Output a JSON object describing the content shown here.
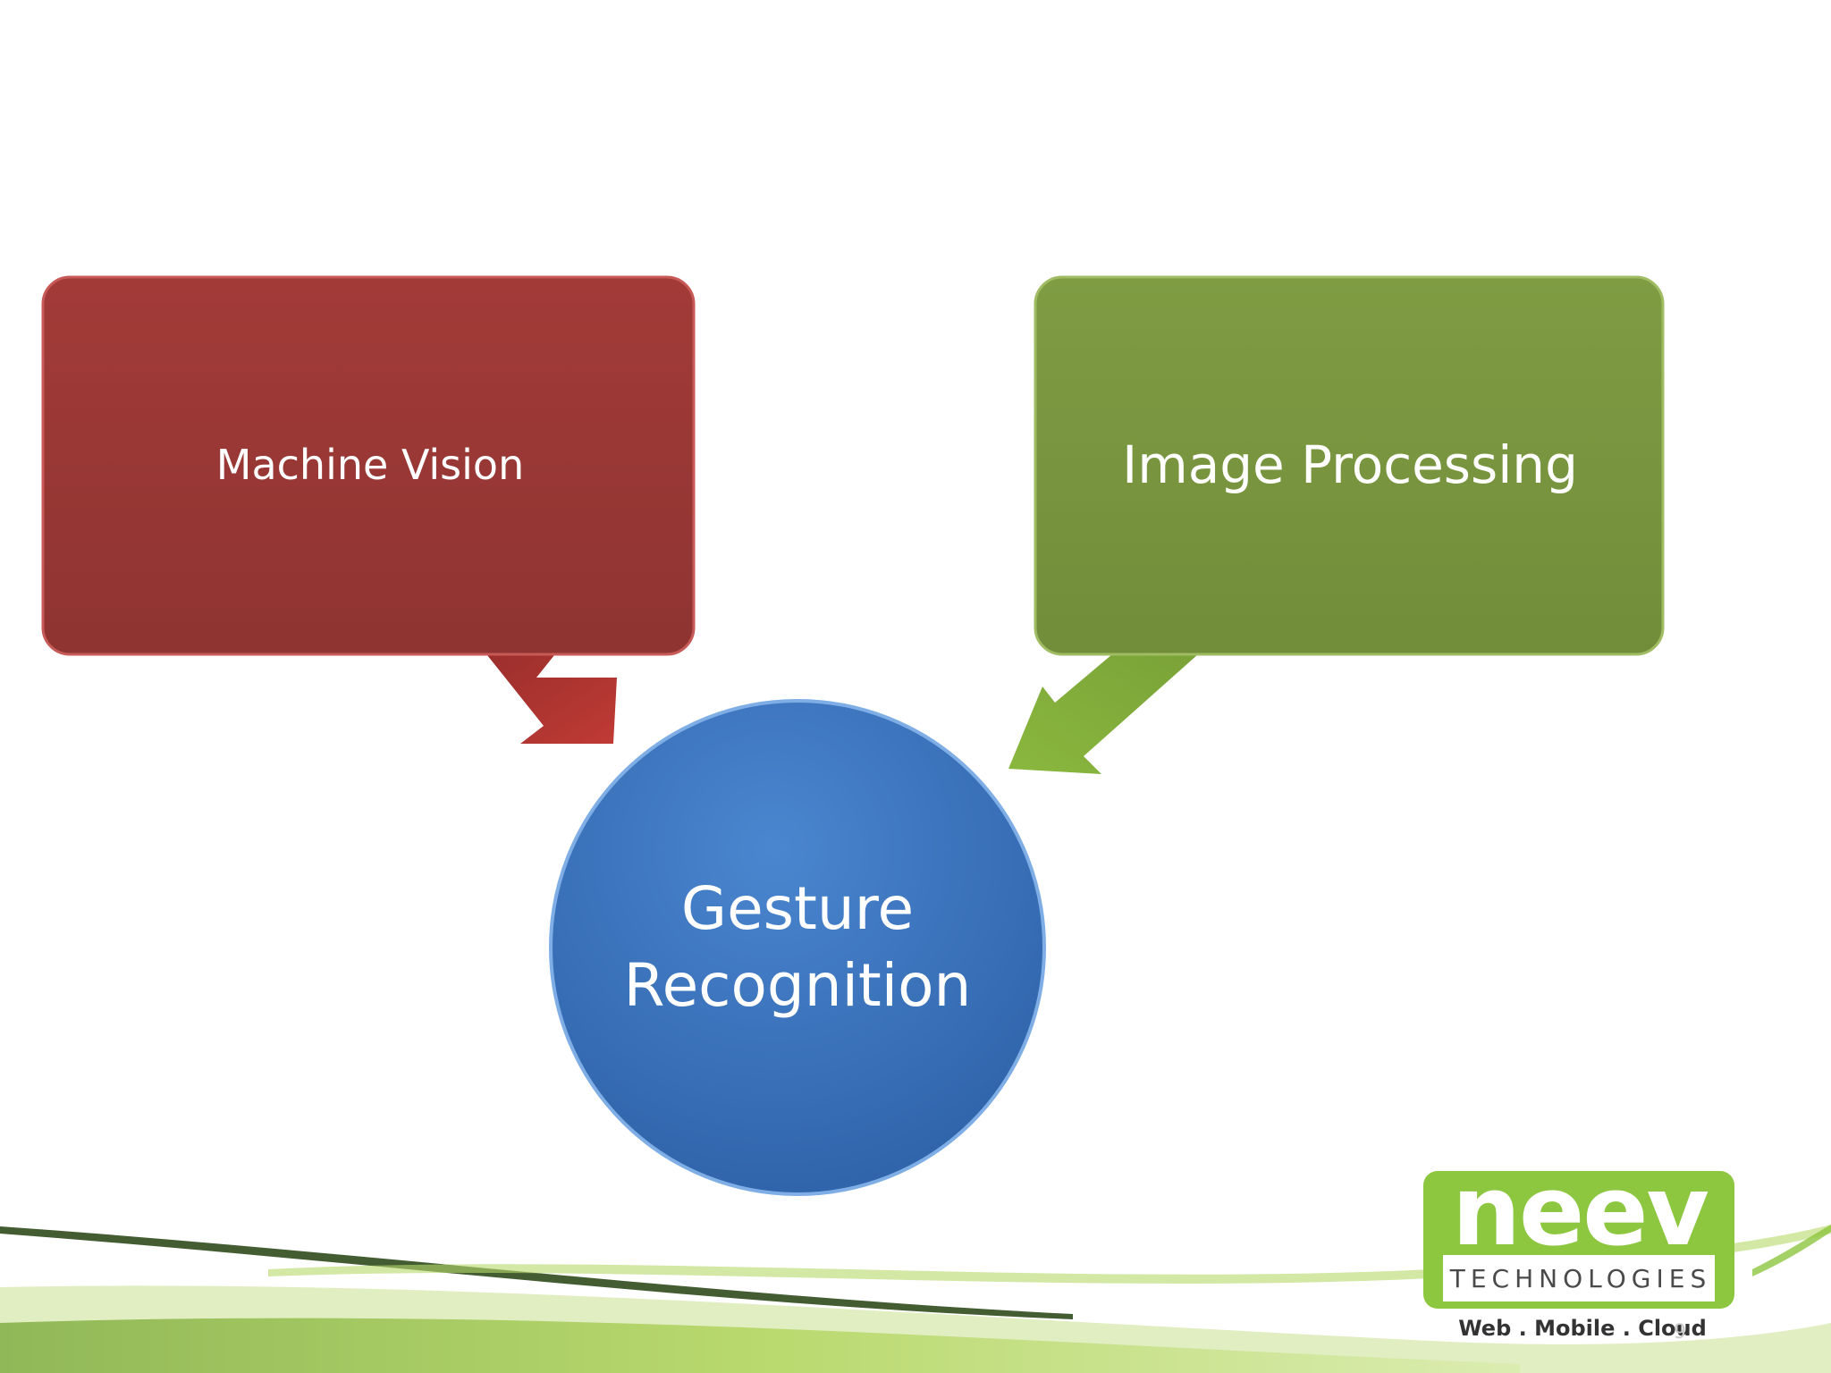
{
  "nodes": {
    "machine_vision": "Machine Vision",
    "image_processing": "Image Processing",
    "gesture_line1": "Gesture",
    "gesture_line2": "Recognition"
  },
  "logo": {
    "word": "neev",
    "subtitle": "TECHNOLOGIES",
    "tagline": "Web . Mobile . Cloud"
  },
  "slide_number": "9",
  "colors": {
    "machine_vision": "#953735",
    "image_processing": "#77933c",
    "gesture": "#3b74c0",
    "logo_green": "#8dc63f"
  }
}
